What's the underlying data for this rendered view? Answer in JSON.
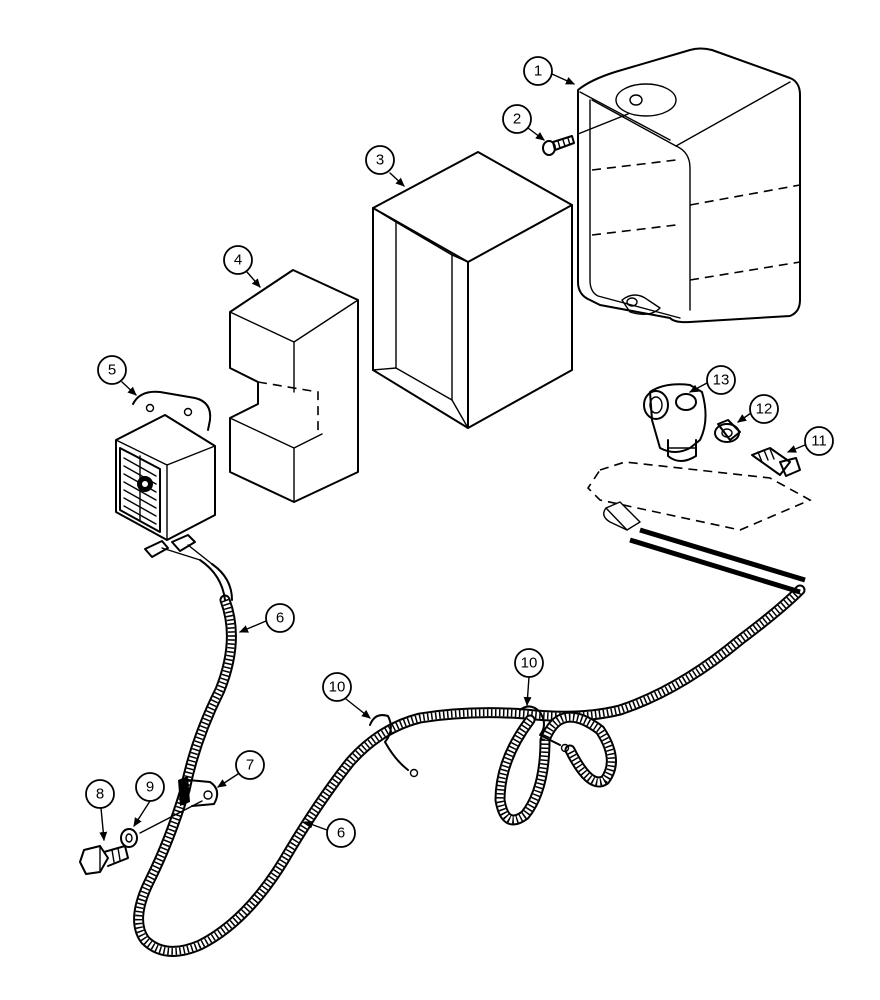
{
  "callouts": {
    "c1": "1",
    "c2": "2",
    "c3": "3",
    "c4": "4",
    "c5": "5",
    "c6a": "6",
    "c6b": "6",
    "c7": "7",
    "c8": "8",
    "c9": "9",
    "c10a": "10",
    "c10b": "10",
    "c11": "11",
    "c12": "12",
    "c13": "13"
  }
}
